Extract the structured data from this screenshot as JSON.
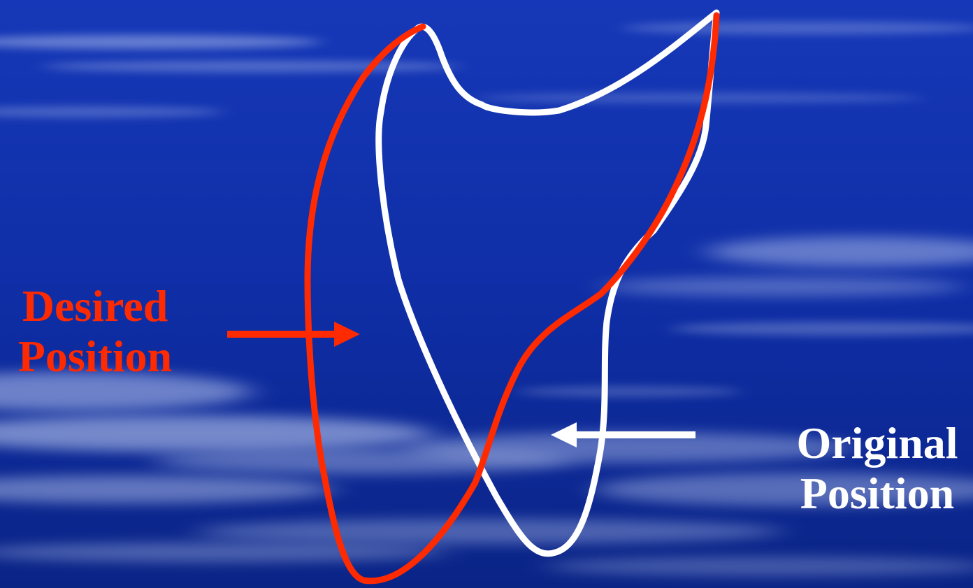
{
  "labels": {
    "desired": {
      "line1": "Desired",
      "line2": "Position",
      "color": "#ff2a00"
    },
    "original": {
      "line1": "Original",
      "line2": "Position",
      "color": "#ffffff"
    }
  },
  "outlines": {
    "desired_color": "#ff2a00",
    "original_color": "#ffffff"
  },
  "background": {
    "sky_top": "#1638b8",
    "sky_bottom": "#0a2486",
    "cloud_color": "#c9d6f5"
  }
}
